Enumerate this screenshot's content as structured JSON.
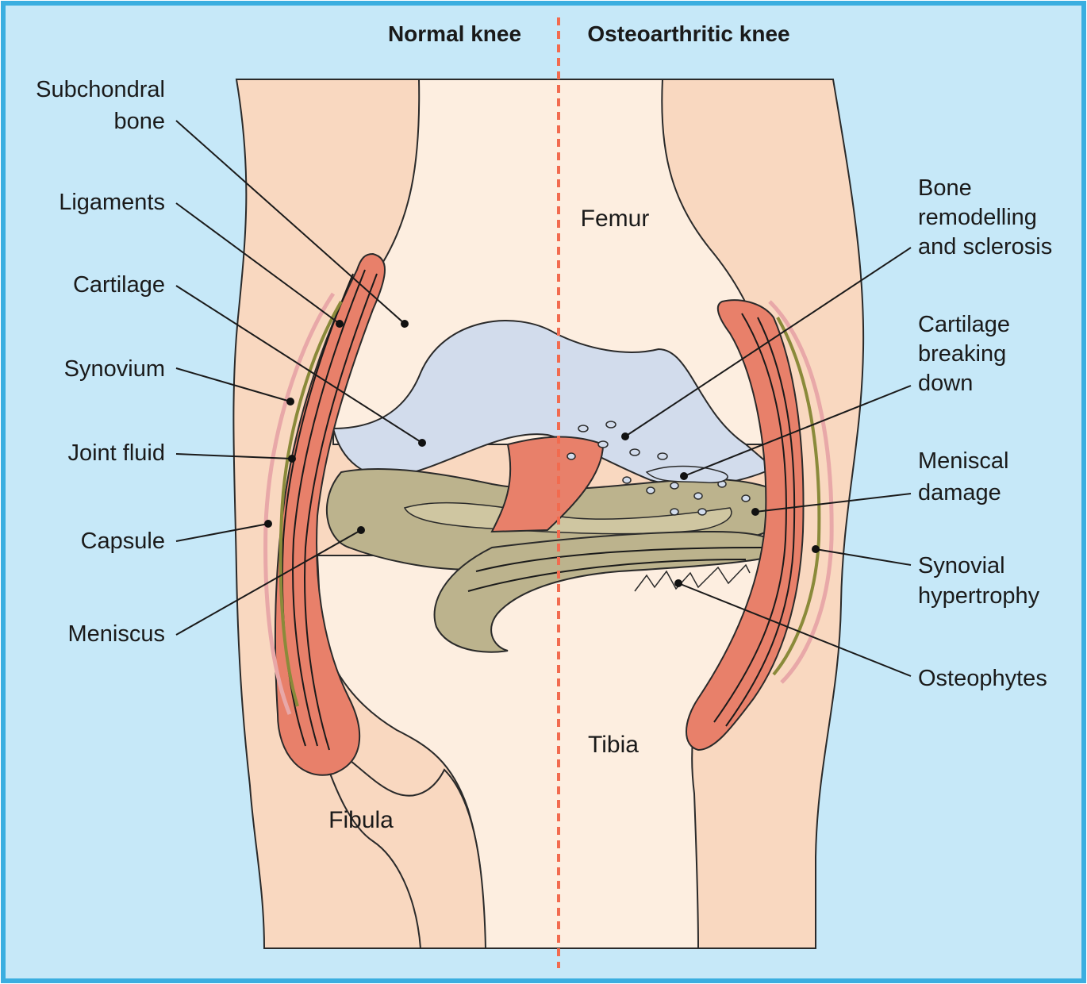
{
  "headers": {
    "normal": "Normal knee",
    "oa": "Osteoarthritic knee"
  },
  "bones": {
    "femur": "Femur",
    "tibia": "Tibia",
    "fibula": "Fibula"
  },
  "left_labels": {
    "subchondral_1": "Subchondral",
    "subchondral_2": "bone",
    "ligaments": "Ligaments",
    "cartilage": "Cartilage",
    "synovium": "Synovium",
    "joint_fluid": "Joint fluid",
    "capsule": "Capsule",
    "meniscus": "Meniscus"
  },
  "right_labels": {
    "bone_remodel_1": "Bone",
    "bone_remodel_2": "remodelling",
    "bone_remodel_3": "and sclerosis",
    "cart_break_1": "Cartilage",
    "cart_break_2": "breaking",
    "cart_break_3": "down",
    "meniscal_1": "Meniscal",
    "meniscal_2": "damage",
    "syn_hyp_1": "Synovial",
    "syn_hyp_2": "hypertrophy",
    "osteophytes": "Osteophytes"
  },
  "colors": {
    "background": "#c6e8f8",
    "frame": "#3aaee0",
    "skin": "#f9d8c0",
    "bone": "#fdeee0",
    "cartilage": "#d2dcec",
    "meniscus": "#bcb38d",
    "ligament": "#e8806a",
    "divider": "#f26b4f"
  }
}
